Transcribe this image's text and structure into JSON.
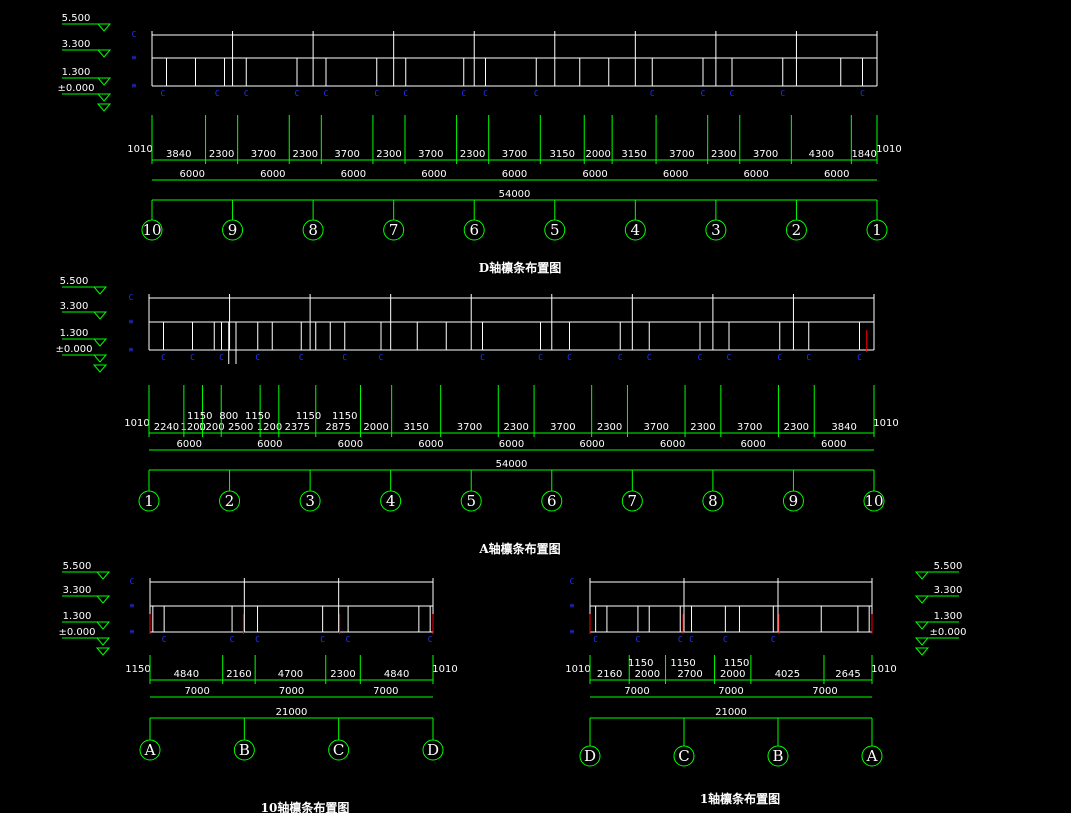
{
  "colors": {
    "background": "#000000",
    "structure": "#ffffff",
    "dimension": "#00ff00",
    "purlin": "#2233ff",
    "marker": "#ff0000"
  },
  "icons": {
    "level_mark": "level-triangle-icon",
    "purlin_mark": "purlin-c-icon",
    "grid_bubble": "axis-bubble-icon"
  },
  "drawings": [
    {
      "title": "D轴檩条布置图",
      "levels": [
        "5.500",
        "3.300",
        "1.300",
        "±0.000"
      ],
      "end_left": "1010",
      "end_right": "1010",
      "seg_dims": [
        "3840",
        "2300",
        "3700",
        "2300",
        "3700",
        "2300",
        "3700",
        "2300",
        "3700",
        "3150",
        "2000",
        "3150",
        "3700",
        "2300",
        "3700",
        "4300",
        "1840"
      ],
      "upper_dims": [],
      "bay_dims": [
        "6000",
        "6000",
        "6000",
        "6000",
        "6000",
        "6000",
        "6000",
        "6000",
        "6000"
      ],
      "total": "54000",
      "axes": [
        "10",
        "9",
        "8",
        "7",
        "6",
        "5",
        "4",
        "3",
        "2",
        "1"
      ]
    },
    {
      "title": "A轴檩条布置图",
      "levels": [
        "5.500",
        "3.300",
        "1.300",
        "±0.000"
      ],
      "end_left": "1010",
      "end_right": "1010",
      "seg_dims": [
        "2240",
        "1200",
        "1200",
        "2500",
        "1200",
        "2375",
        "2875",
        "2000",
        "3150",
        "3700",
        "2300",
        "3700",
        "2300",
        "3700",
        "2300",
        "3700",
        "2300",
        "3840"
      ],
      "upper_dims": [
        "1150",
        "800",
        "1150",
        "1150",
        "1150"
      ],
      "bay_dims": [
        "6000",
        "6000",
        "6000",
        "6000",
        "6000",
        "6000",
        "6000",
        "6000",
        "6000"
      ],
      "total": "54000",
      "axes": [
        "1",
        "2",
        "3",
        "4",
        "5",
        "6",
        "7",
        "8",
        "9",
        "10"
      ]
    },
    {
      "title": "10轴檩条布置图",
      "levels": [
        "5.500",
        "3.300",
        "1.300",
        "±0.000"
      ],
      "end_left": "1150",
      "end_right": "1010",
      "seg_dims": [
        "4840",
        "2160",
        "4700",
        "2300",
        "4840"
      ],
      "upper_dims": [],
      "bay_dims": [
        "7000",
        "7000",
        "7000"
      ],
      "total": "21000",
      "axes": [
        "A",
        "B",
        "C",
        "D"
      ]
    },
    {
      "title": "1轴檩条布置图",
      "levels": [
        "5.500",
        "3.300",
        "1.300",
        "±0.000"
      ],
      "end_left": "1010",
      "end_right": "1010",
      "seg_dims": [
        "2160",
        "2000",
        "2700",
        "2000",
        "4025",
        "2645"
      ],
      "upper_dims": [
        "1150",
        "1150",
        "1150"
      ],
      "bay_dims": [
        "7000",
        "7000",
        "7000"
      ],
      "total": "21000",
      "axes": [
        "D",
        "C",
        "B",
        "A"
      ]
    }
  ]
}
